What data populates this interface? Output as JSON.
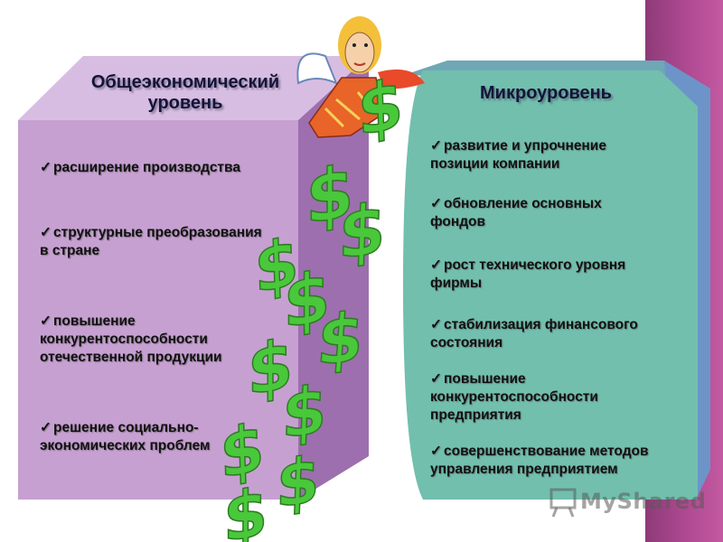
{
  "left_panel": {
    "title_line1": "Общеэкономический",
    "title_line2": "уровень",
    "items": [
      {
        "check": "✓",
        "line1": "расширение производства",
        "line2": "",
        "line3": ""
      },
      {
        "check": "✓",
        "line1": "структурные преобразования",
        "line2": "в стране",
        "line3": ""
      },
      {
        "check": "✓",
        "line1": "повышение",
        "line2": "конкурентоспособности",
        "line3": "отечественной продукции"
      },
      {
        "check": "✓",
        "line1": "решение социально-",
        "line2": "экономических проблем",
        "line3": ""
      }
    ]
  },
  "right_panel": {
    "title": "Микроуровень",
    "items": [
      {
        "check": "✓",
        "line1": "развитие и упрочнение",
        "line2": "позиции компании",
        "line3": ""
      },
      {
        "check": "✓",
        "line1": "обновление основных",
        "line2": "фондов",
        "line3": ""
      },
      {
        "check": "✓",
        "line1": "рост технического уровня",
        "line2": "фирмы",
        "line3": ""
      },
      {
        "check": "✓",
        "line1": "стабилизация финансового",
        "line2": "состояния",
        "line3": ""
      },
      {
        "check": "✓",
        "line1": "повышение",
        "line2": "конкурентоспособности",
        "line3": "предприятия"
      },
      {
        "check": "✓",
        "line1": "совершенствование методов",
        "line2": "управления предприятием",
        "line3": ""
      }
    ]
  },
  "dollar_glyph": "$",
  "watermark": "MyShared",
  "colors": {
    "left_face": "#c7a0d2",
    "left_top": "#d8bde2",
    "left_side": "#9d6fae",
    "right_face": "#72bfae",
    "right_top": "#6fa7b5",
    "right_side": "#6d94c8",
    "dollar": "#49c83b",
    "purple_strip": "#a6428a"
  },
  "icons": [
    "angel-figure-icon",
    "dollar-sign-icon",
    "checkmark-icon",
    "projector-icon"
  ]
}
